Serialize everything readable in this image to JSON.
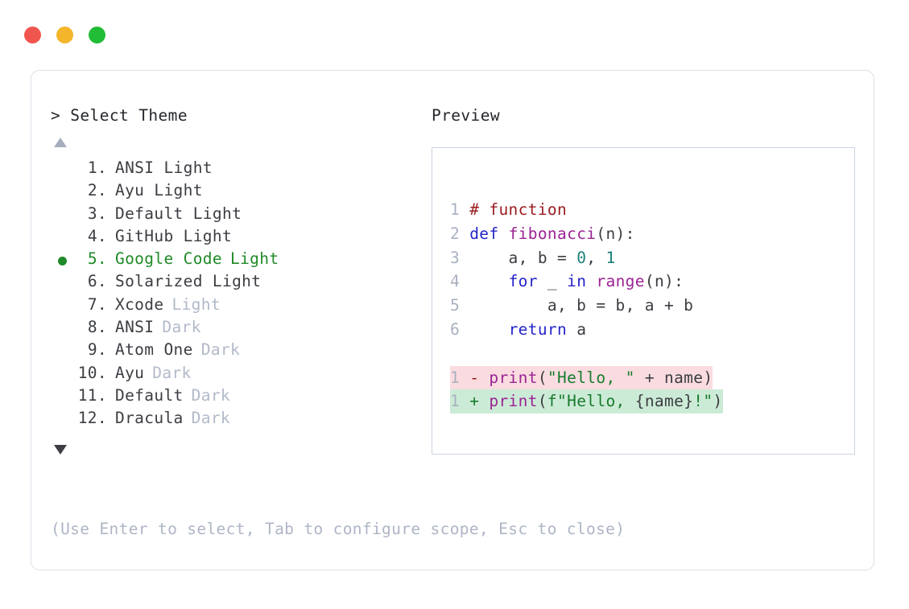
{
  "window": {
    "traffic_lights": [
      {
        "name": "close",
        "color": "#F1564E"
      },
      {
        "name": "minimize",
        "color": "#F5B52B"
      },
      {
        "name": "maximize",
        "color": "#22BD36"
      }
    ]
  },
  "left": {
    "title": "> Select Theme",
    "scroll_up": "▲",
    "scroll_down": "▼",
    "items": [
      {
        "index": "1.",
        "name": "ANSI Light",
        "mode": "",
        "selected": false
      },
      {
        "index": "2.",
        "name": "Ayu Light",
        "mode": "",
        "selected": false
      },
      {
        "index": "3.",
        "name": "Default Light",
        "mode": "",
        "selected": false
      },
      {
        "index": "4.",
        "name": "GitHub Light",
        "mode": "",
        "selected": false
      },
      {
        "index": "5.",
        "name": "Google Code",
        "mode": "Light",
        "selected": true
      },
      {
        "index": "6.",
        "name": "Solarized Light",
        "mode": "",
        "selected": false
      },
      {
        "index": "7.",
        "name": "Xcode",
        "mode": "Light",
        "selected": false
      },
      {
        "index": "8.",
        "name": "ANSI",
        "mode": "Dark",
        "selected": false
      },
      {
        "index": "9.",
        "name": "Atom One",
        "mode": "Dark",
        "selected": false
      },
      {
        "index": "10.",
        "name": "Ayu",
        "mode": "Dark",
        "selected": false
      },
      {
        "index": "11.",
        "name": "Default",
        "mode": "Dark",
        "selected": false
      },
      {
        "index": "12.",
        "name": "Dracula",
        "mode": "Dark",
        "selected": false
      }
    ],
    "hint": "(Use Enter to select, Tab to configure scope, Esc to close)"
  },
  "right": {
    "title": "Preview",
    "code_lines": [
      {
        "num": "1",
        "tokens": [
          {
            "t": "# function",
            "c": "c-comment"
          }
        ]
      },
      {
        "num": "2",
        "tokens": [
          {
            "t": "def ",
            "c": "c-keyword"
          },
          {
            "t": "fibonacci",
            "c": "c-func"
          },
          {
            "t": "(n):",
            "c": "c-plain"
          }
        ]
      },
      {
        "num": "3",
        "tokens": [
          {
            "t": "    a, b = ",
            "c": "c-plain"
          },
          {
            "t": "0",
            "c": "c-num"
          },
          {
            "t": ", ",
            "c": "c-plain"
          },
          {
            "t": "1",
            "c": "c-num"
          }
        ]
      },
      {
        "num": "4",
        "tokens": [
          {
            "t": "    ",
            "c": "c-plain"
          },
          {
            "t": "for",
            "c": "c-keyword"
          },
          {
            "t": " _ ",
            "c": "c-plain"
          },
          {
            "t": "in",
            "c": "c-keyword"
          },
          {
            "t": " ",
            "c": "c-plain"
          },
          {
            "t": "range",
            "c": "c-func"
          },
          {
            "t": "(n):",
            "c": "c-plain"
          }
        ]
      },
      {
        "num": "5",
        "tokens": [
          {
            "t": "        a, b = b, a + b",
            "c": "c-plain"
          }
        ]
      },
      {
        "num": "6",
        "tokens": [
          {
            "t": "    ",
            "c": "c-plain"
          },
          {
            "t": "return",
            "c": "c-keyword"
          },
          {
            "t": " a",
            "c": "c-plain"
          }
        ]
      }
    ],
    "diff_lines": [
      {
        "num": "1",
        "sign": "-",
        "kind": "del",
        "tokens": [
          {
            "t": "print",
            "c": "c-func"
          },
          {
            "t": "(",
            "c": "c-plain"
          },
          {
            "t": "\"Hello, \"",
            "c": "c-string"
          },
          {
            "t": " + name)",
            "c": "c-plain"
          }
        ]
      },
      {
        "num": "1",
        "sign": "+",
        "kind": "add",
        "tokens": [
          {
            "t": "print",
            "c": "c-func"
          },
          {
            "t": "(",
            "c": "c-plain"
          },
          {
            "t": "f\"Hello, ",
            "c": "c-string"
          },
          {
            "t": "{name}",
            "c": "c-plain"
          },
          {
            "t": "!\"",
            "c": "c-string"
          },
          {
            "t": ")",
            "c": "c-plain"
          }
        ]
      }
    ]
  },
  "colors": {
    "comment": "#9B1C20",
    "keyword": "#2524C8",
    "function": "#9B2393",
    "number": "#1C7F78",
    "string": "#177B2C",
    "selected": "#1F8A27",
    "dim": "#b2b9c9",
    "diff_del_bg": "#FADCE0",
    "diff_add_bg": "#CCEBD7"
  }
}
